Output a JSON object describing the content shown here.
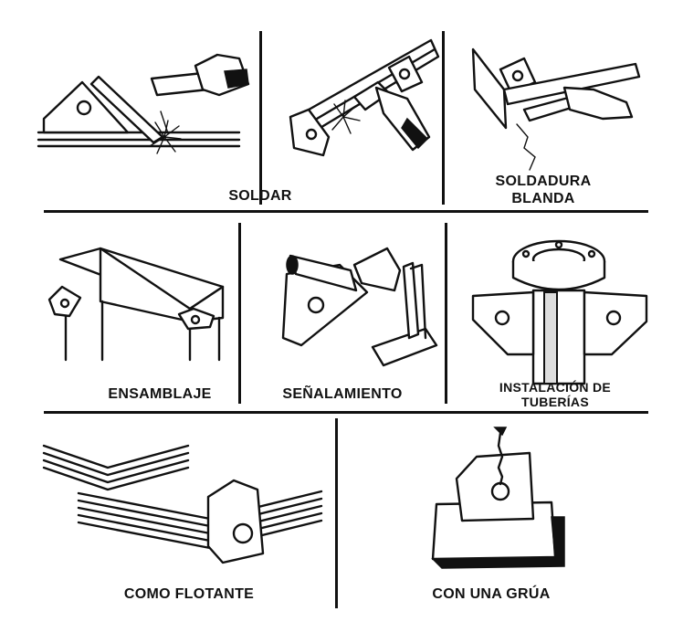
{
  "panels": {
    "soldar": {
      "label": "SOLDAR"
    },
    "soldadura_blanda": {
      "label_line1": "SOLDADURA",
      "label_line2": "BLANDA"
    },
    "ensamblaje": {
      "label": "ENSAMBLAJE"
    },
    "senalamiento": {
      "label": "SEÑALAMIENTO"
    },
    "instalacion": {
      "label_line1": "INSTALACIÓN DE",
      "label_line2": "TUBERÍAS"
    },
    "flotante": {
      "label": "COMO FLOTANTE"
    },
    "grua": {
      "label": "CON UNA GRÚA"
    }
  },
  "colors": {
    "ink": "#111111",
    "background": "#ffffff"
  }
}
